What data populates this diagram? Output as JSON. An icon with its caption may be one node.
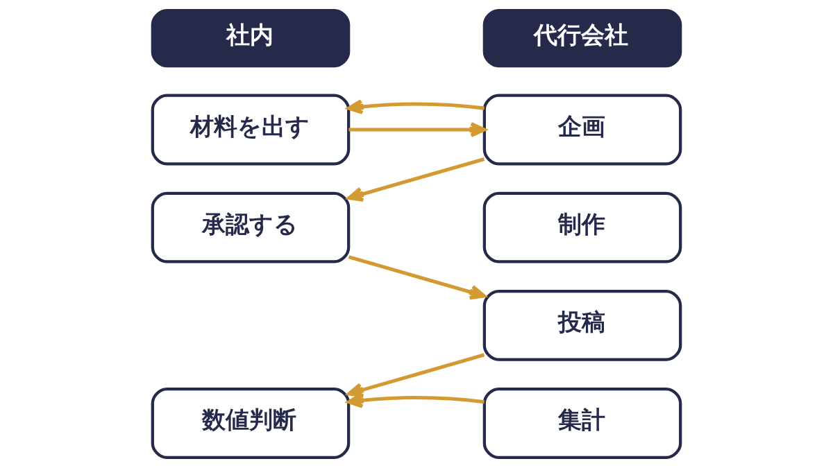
{
  "diagram": {
    "nodes": [
      {
        "text": [
          "社内"
        ]
      },
      {
        "text": [
          "代行会社"
        ]
      },
      {
        "text": [
          "材料を出す"
        ]
      },
      {
        "text": [
          "企画"
        ]
      },
      {
        "text": [
          "承認する"
        ]
      },
      {
        "text": [
          "制作"
        ]
      },
      {
        "text": [
          "投稿"
        ]
      },
      {
        "text": [
          "数値判断"
        ]
      },
      {
        "text": [
          "集計"
        ]
      }
    ],
    "edges": [
      {
        "from": 2,
        "to": 3,
        "arrow": "to"
      },
      {
        "from": 3,
        "to": 2,
        "arrow": "to"
      },
      {
        "from": 3,
        "to": 4,
        "arrow": "to"
      },
      {
        "from": 4,
        "to": 6,
        "arrow": "to"
      },
      {
        "from": 6,
        "to": 7,
        "arrow": "to"
      },
      {
        "from": 8,
        "to": 7,
        "arrow": "to"
      }
    ]
  }
}
